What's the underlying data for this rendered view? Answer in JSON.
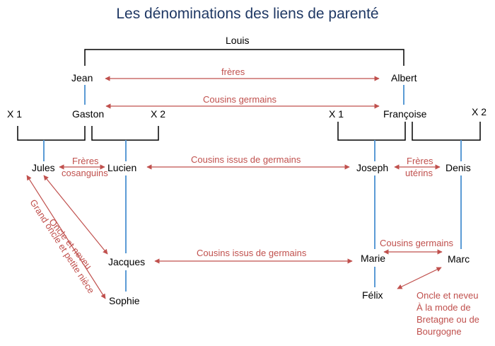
{
  "title": "Les dénominations des liens de parenté",
  "people": {
    "louis": "Louis",
    "jean": "Jean",
    "albert": "Albert",
    "gaston": "Gaston",
    "francoise": "Françoise",
    "x1_left": "X 1",
    "x2_left": "X 2",
    "x1_right": "X 1",
    "x2_right": "X 2",
    "jules": "Jules",
    "lucien": "Lucien",
    "joseph": "Joseph",
    "denis": "Denis",
    "jacques": "Jacques",
    "marie": "Marie",
    "marc": "Marc",
    "sophie": "Sophie",
    "felix": "Félix"
  },
  "relations": {
    "freres": "frères",
    "cousins_germains_top": "Cousins germains",
    "freres_cosanguins_1": "Frères",
    "freres_cosanguins_2": "cosanguins",
    "cousins_issus_1": "Cousins issus de  germains",
    "freres_uterins_1": "Frères",
    "freres_uterins_2": "utérins",
    "oncle_neveu": "Oncle et neveu",
    "grand_oncle": "Grand oncle et petite nièce",
    "cousins_issus_2": "Cousins issus de  germains",
    "cousins_germains_bottom": "Cousins germains",
    "oncle_bretagne_1": "Oncle et neveu",
    "oncle_bretagne_2": "À la mode de",
    "oncle_bretagne_3": "Bretagne ou de",
    "oncle_bretagne_4": "Bourgogne"
  },
  "colors": {
    "title": "#1f3864",
    "relation": "#c0504d",
    "lineage": "#5b9bd5",
    "union": "#000000"
  }
}
